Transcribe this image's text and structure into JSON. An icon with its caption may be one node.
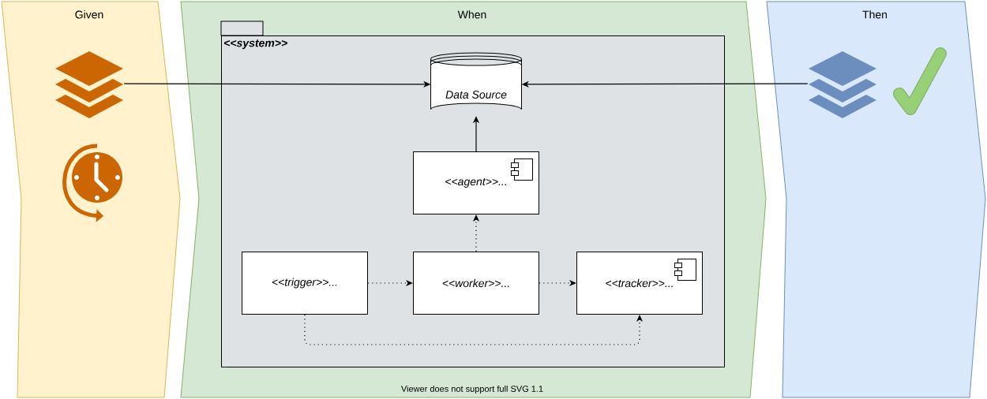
{
  "diagram": {
    "nodes": [
      {
        "text": [
          "Given"
        ]
      },
      {
        "text": [],
        "shape": "picture",
        "in": 0
      },
      {
        "text": [],
        "shape": "picture",
        "in": 0
      },
      {
        "text": [
          "When"
        ]
      },
      {
        "text": [
          "<<system>>"
        ],
        "in": 3
      },
      {
        "text": [
          "Data Source"
        ],
        "in": 4
      },
      {
        "text": [
          "<<agent>>..."
        ],
        "in": 4
      },
      {
        "text": [
          "<<trigger>>..."
        ],
        "in": 4
      },
      {
        "text": [
          "<<worker>>..."
        ],
        "in": 4
      },
      {
        "text": [
          "<<tracker>>..."
        ],
        "in": 4
      },
      {
        "text": [
          "Then"
        ]
      },
      {
        "text": [],
        "shape": "picture",
        "in": 10
      },
      {
        "text": [],
        "shape": "picture",
        "in": 10
      }
    ],
    "edges": [
      {
        "from": 1,
        "to": 5,
        "arrow": "to"
      },
      {
        "from": 11,
        "to": 5,
        "arrow": "to"
      },
      {
        "from": 6,
        "to": 5,
        "arrow": "to"
      },
      {
        "from": 8,
        "to": 6,
        "arrow": "to",
        "style": "dashed"
      },
      {
        "from": 7,
        "to": 8,
        "arrow": "to",
        "style": "dashed"
      },
      {
        "from": 8,
        "to": 9,
        "arrow": "to",
        "style": "dashed"
      },
      {
        "from": 7,
        "to": 9,
        "arrow": "to",
        "style": "dashed"
      }
    ],
    "labels": [
      "Viewer does not support full SVG 1.1"
    ]
  }
}
